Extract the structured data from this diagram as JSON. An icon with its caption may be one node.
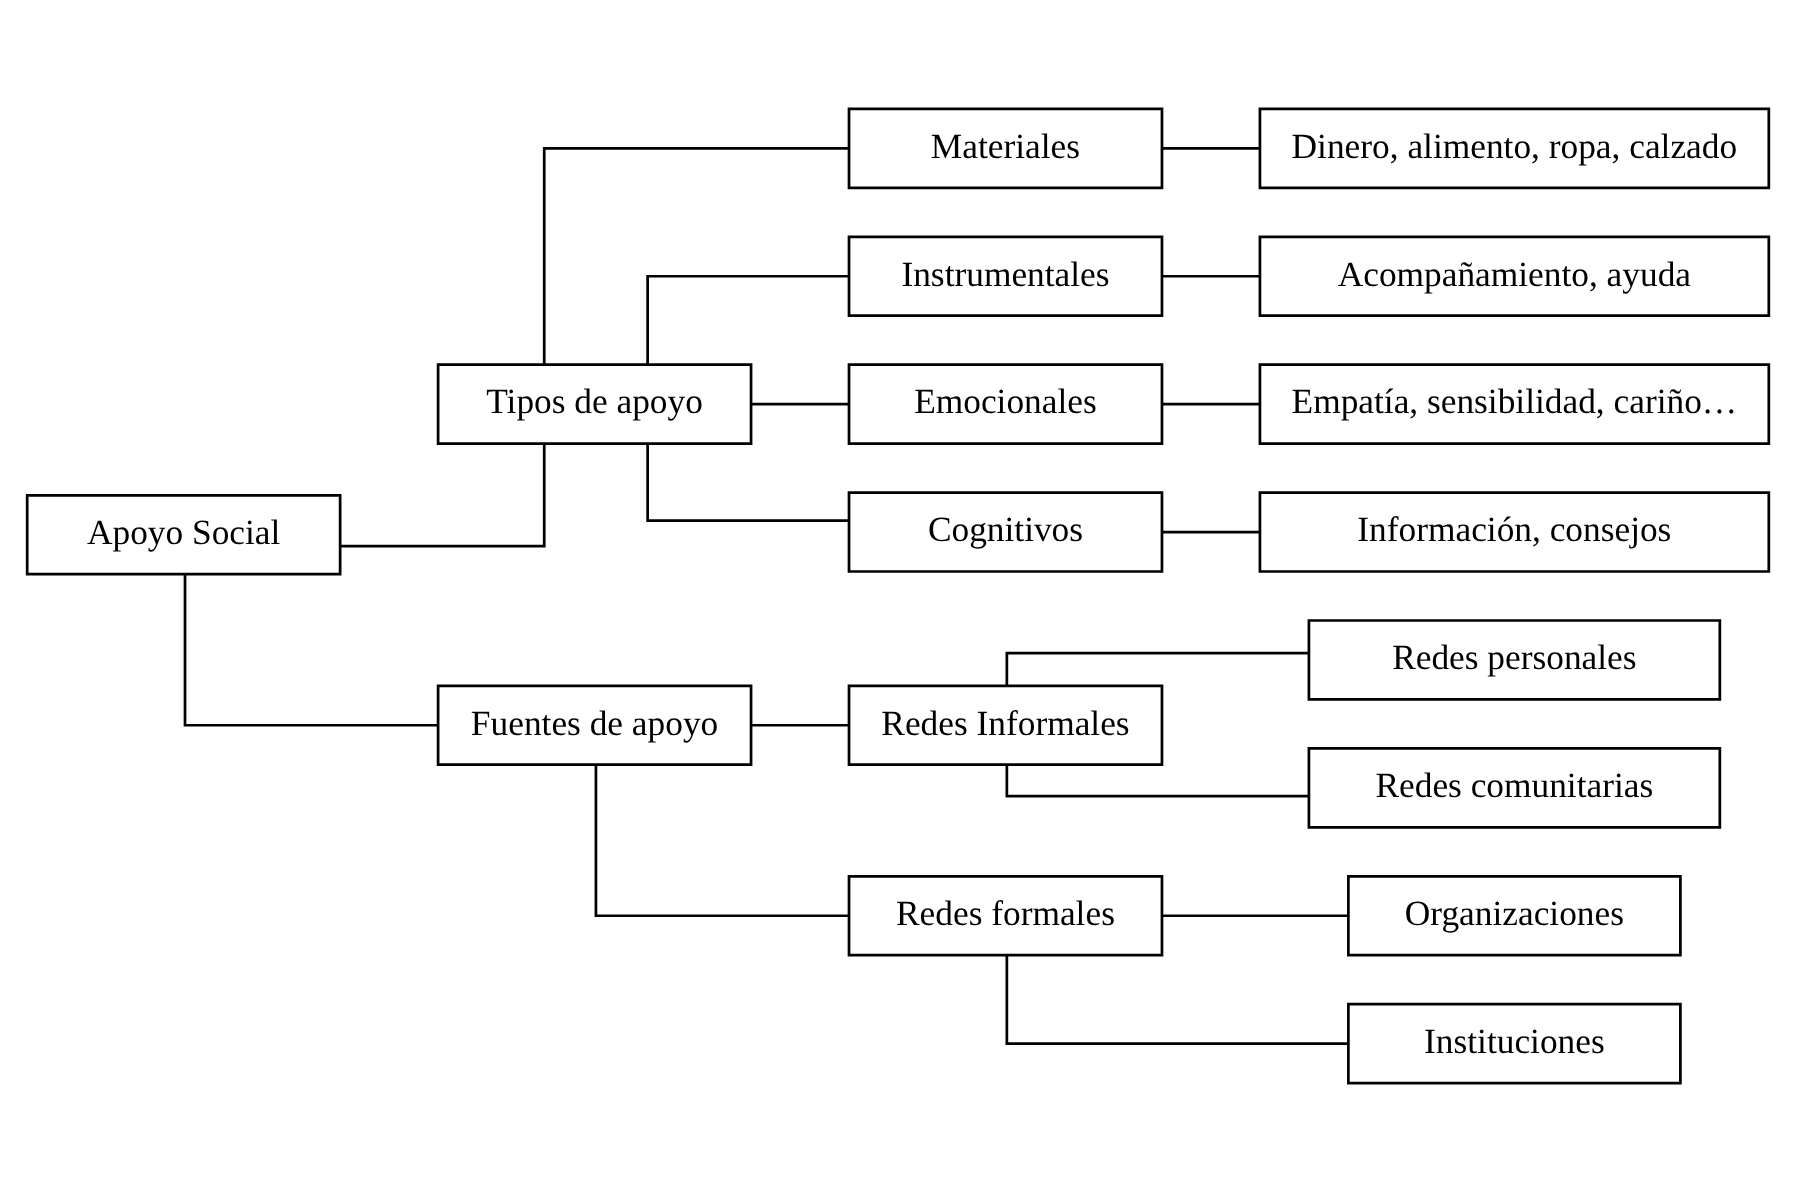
{
  "diagram": {
    "nodes": [
      {
        "text": [
          "Apoyo Social"
        ]
      },
      {
        "text": [
          "Tipos de apoyo"
        ]
      },
      {
        "text": [
          "Materiales"
        ]
      },
      {
        "text": [
          "Dinero, alimento, ropa, calzado"
        ]
      },
      {
        "text": [
          "Instrumentales"
        ]
      },
      {
        "text": [
          "Acompañamiento, ayuda"
        ]
      },
      {
        "text": [
          "Emocionales"
        ]
      },
      {
        "text": [
          "Empatía, sensibilidad, cariño…"
        ]
      },
      {
        "text": [
          "Cognitivos"
        ]
      },
      {
        "text": [
          "Información, consejos"
        ]
      },
      {
        "text": [
          "Fuentes de apoyo"
        ]
      },
      {
        "text": [
          "Redes Informales"
        ]
      },
      {
        "text": [
          "Redes personales"
        ]
      },
      {
        "text": [
          "Redes comunitarias"
        ]
      },
      {
        "text": [
          "Redes formales"
        ]
      },
      {
        "text": [
          "Organizaciones"
        ]
      },
      {
        "text": [
          "Instituciones"
        ]
      }
    ],
    "edges": [
      {
        "from": 0,
        "to": 1,
        "arrow": "none"
      },
      {
        "from": 0,
        "to": 10,
        "arrow": "none"
      },
      {
        "from": 1,
        "to": 2,
        "arrow": "none"
      },
      {
        "from": 1,
        "to": 4,
        "arrow": "none"
      },
      {
        "from": 1,
        "to": 6,
        "arrow": "none"
      },
      {
        "from": 1,
        "to": 8,
        "arrow": "none"
      },
      {
        "from": 2,
        "to": 3,
        "arrow": "none"
      },
      {
        "from": 4,
        "to": 5,
        "arrow": "none"
      },
      {
        "from": 6,
        "to": 7,
        "arrow": "none"
      },
      {
        "from": 8,
        "to": 9,
        "arrow": "none"
      },
      {
        "from": 10,
        "to": 11,
        "arrow": "none"
      },
      {
        "from": 10,
        "to": 14,
        "arrow": "none"
      },
      {
        "from": 11,
        "to": 12,
        "arrow": "none"
      },
      {
        "from": 11,
        "to": 13,
        "arrow": "none"
      },
      {
        "from": 14,
        "to": 15,
        "arrow": "none"
      },
      {
        "from": 14,
        "to": 16,
        "arrow": "none"
      }
    ]
  }
}
